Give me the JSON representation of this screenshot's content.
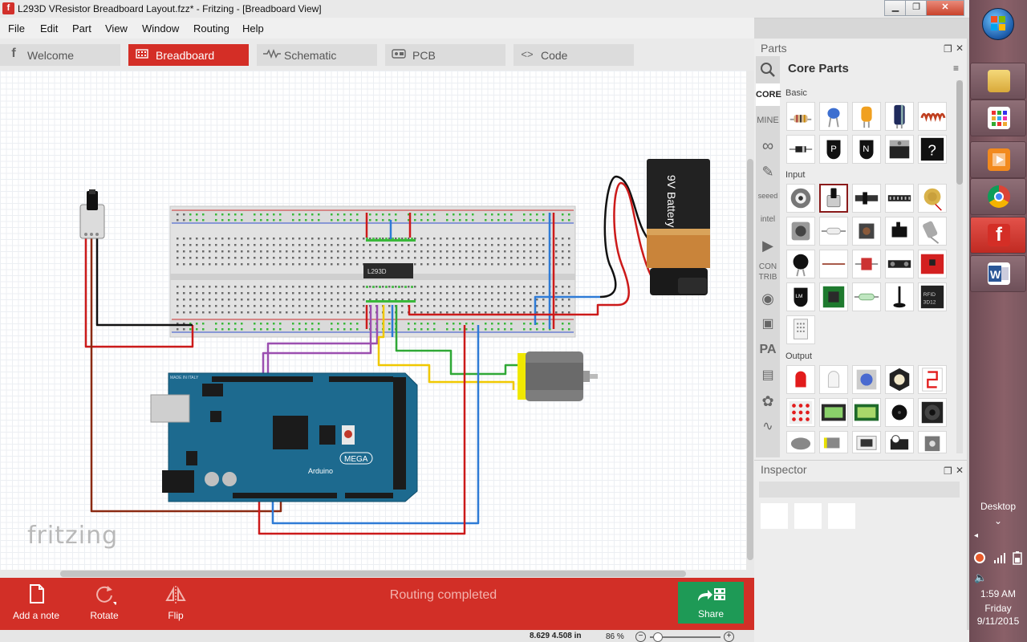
{
  "window": {
    "title": "L293D VResistor Breadboard Layout.fzz* - Fritzing - [Breadboard View]",
    "app_icon_glyph": "f",
    "controls": [
      "minimize-icon",
      "maximize-icon",
      "close-icon"
    ]
  },
  "menu": [
    "File",
    "Edit",
    "Part",
    "View",
    "Window",
    "Routing",
    "Help"
  ],
  "tabs": [
    {
      "label": "Welcome",
      "icon": "fritzing-f-icon"
    },
    {
      "label": "Breadboard",
      "icon": "breadboard-icon",
      "active": true
    },
    {
      "label": "Schematic",
      "icon": "resistor-zigzag-icon"
    },
    {
      "label": "PCB",
      "icon": "pcb-icon"
    },
    {
      "label": "Code",
      "icon": "code-brackets-icon"
    }
  ],
  "canvas": {
    "watermark": "fritzing",
    "chip_label": "L293D",
    "battery_label": "9V Battery",
    "arduino_label": "MEGA",
    "arduino_brand": "Arduino",
    "arduino_made_in": "MADE IN ITALY"
  },
  "toolbar": {
    "add_note": "Add a note",
    "rotate": "Rotate",
    "flip": "Flip",
    "share": "Share"
  },
  "status": {
    "routing": "Routing completed",
    "coordinates": "8.629 4.508 in",
    "zoom": "86 %"
  },
  "parts_panel": {
    "title": "Parts",
    "bin_title": "Core Parts",
    "bins": [
      "CORE",
      "MINE",
      "arduino",
      "fab",
      "seeed",
      "intel",
      "snootlab",
      "CON TRIB",
      "sparkfun",
      "adafruit",
      "PA",
      "lilypad",
      "flower",
      "analog"
    ],
    "sections": [
      "Basic",
      "Input",
      "Output"
    ]
  },
  "inspector": {
    "title": "Inspector"
  },
  "taskbar": {
    "apps": [
      "file-explorer",
      "app-grid",
      "media-player",
      "chrome",
      "fritzing",
      "word"
    ],
    "desktop_label": "Desktop",
    "time": "1:59 AM",
    "day": "Friday",
    "date": "9/11/2015"
  },
  "colors": {
    "accent": "#d42e26",
    "share_green": "#1e9a56",
    "wire_red": "#cc1a1a",
    "wire_blue": "#2e7bd6",
    "wire_purple": "#9b4fb0",
    "wire_yellow": "#f0c800",
    "wire_green": "#2fa836",
    "wire_brown": "#8b2a12"
  }
}
